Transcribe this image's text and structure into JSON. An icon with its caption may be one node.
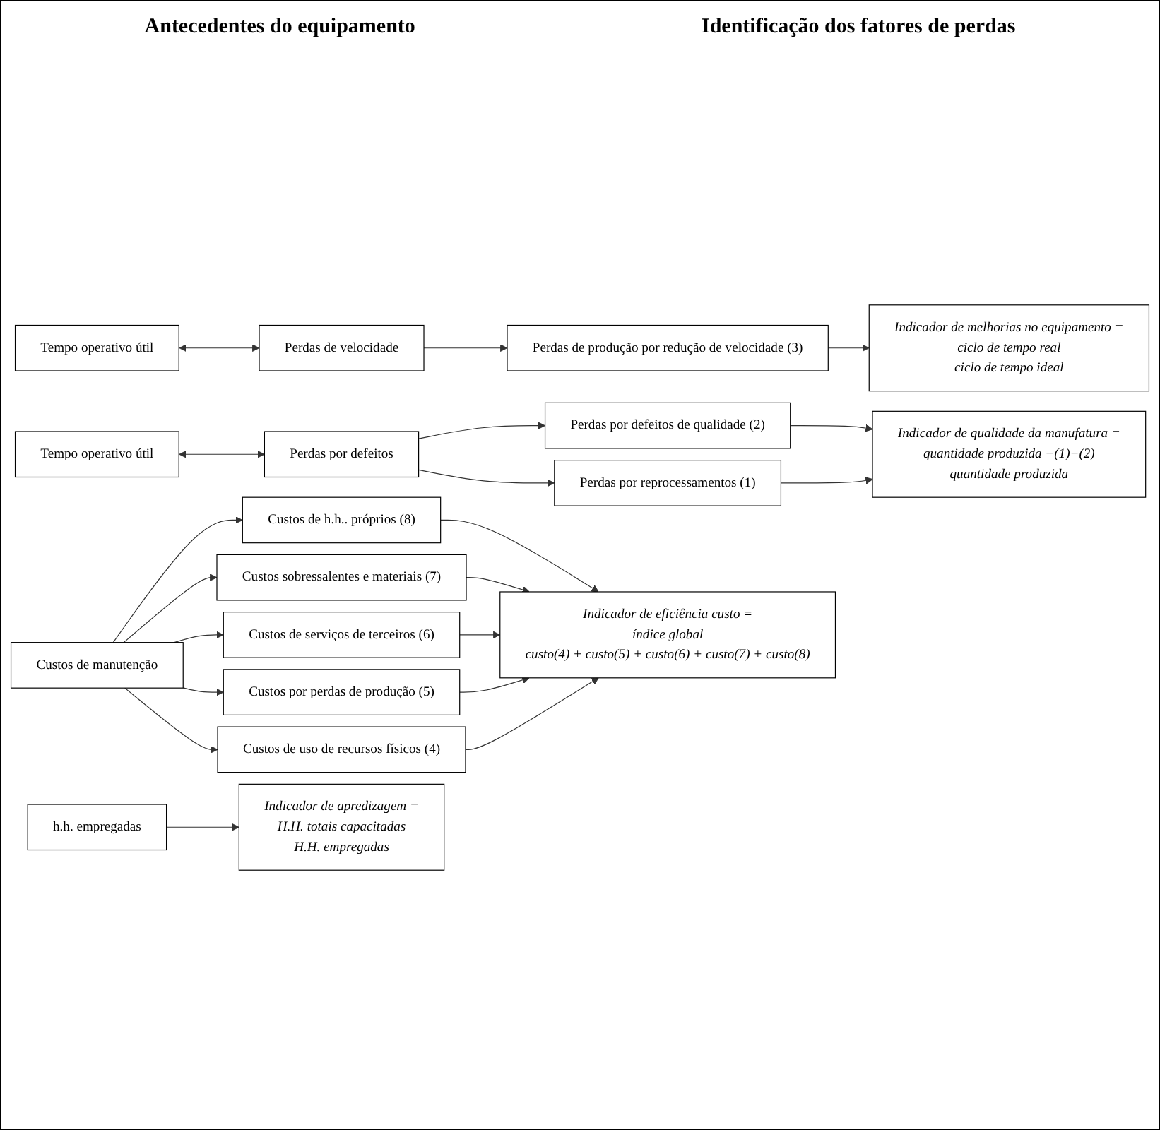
{
  "diagram": {
    "nodes": [
      {
        "text": [
          "h.h. empregadas"
        ]
      },
      {
        "text": [
          "Custos de manutenção"
        ]
      },
      {
        "text": [
          "Custos de h.h.. próprios (8)"
        ]
      },
      {
        "text": [
          "Custos sobressalentes e materiais (7)"
        ]
      },
      {
        "text": [
          "Custos de serviços de terceiros (6)"
        ]
      },
      {
        "text": [
          "Custos por perdas de produção (5)"
        ]
      },
      {
        "text": [
          "Custos de uso de recursos físicos (4)"
        ]
      },
      {
        "text": [
          "Tempo operativo útil"
        ]
      },
      {
        "text": [
          "Perdas de velocidade"
        ]
      },
      {
        "text": [
          "Perdas de produção por redução de velocidade (3)"
        ]
      },
      {
        "text": [
          "Tempo operativo útil"
        ]
      },
      {
        "text": [
          "Perdas por defeitos"
        ]
      },
      {
        "text": [
          "Perdas por defeitos de qualidade (2)"
        ]
      },
      {
        "text": [
          "Perdas por reprocessamentos (1)"
        ]
      },
      {
        "text": [
          "Indicador de qualidade da manufatura =",
          "quantidade produzida −(1)−(2)",
          "quantidade produzida"
        ]
      },
      {
        "text": [
          "Indicador de melhorias no equipamento =",
          "ciclo de tempo real",
          "ciclo de tempo ideal"
        ]
      },
      {
        "text": [
          "Indicador de eficiência custo =",
          "índice global",
          "custo(4) + custo(5) + custo(6) + custo(7) + custo(8)"
        ]
      },
      {
        "text": [
          "Indicador de apredizagem =",
          "H.H. totais capacitadas",
          "H.H. empregadas"
        ]
      }
    ],
    "edges": [
      {
        "from": 0,
        "to": 17,
        "arrow": "to"
      },
      {
        "from": 1,
        "to": 2,
        "arrow": "to"
      },
      {
        "from": 1,
        "to": 3,
        "arrow": "to"
      },
      {
        "from": 1,
        "to": 4,
        "arrow": "to"
      },
      {
        "from": 1,
        "to": 5,
        "arrow": "to"
      },
      {
        "from": 1,
        "to": 6,
        "arrow": "to"
      },
      {
        "from": 2,
        "to": 16,
        "arrow": "to"
      },
      {
        "from": 3,
        "to": 16,
        "arrow": "to"
      },
      {
        "from": 4,
        "to": 16,
        "arrow": "to"
      },
      {
        "from": 5,
        "to": 16,
        "arrow": "to"
      },
      {
        "from": 6,
        "to": 16,
        "arrow": "to"
      },
      {
        "from": 7,
        "to": 8,
        "arrow": "both"
      },
      {
        "from": 8,
        "to": 9,
        "arrow": "to"
      },
      {
        "from": 9,
        "to": 15,
        "arrow": "to"
      },
      {
        "from": 10,
        "to": 11,
        "arrow": "both"
      },
      {
        "from": 11,
        "to": 12,
        "arrow": "to"
      },
      {
        "from": 11,
        "to": 13,
        "arrow": "to"
      },
      {
        "from": 12,
        "to": 14,
        "arrow": "to"
      },
      {
        "from": 13,
        "to": 14,
        "arrow": "to"
      }
    ],
    "labels": [
      "Antecedentes do equipamento",
      "Identificação dos fatores de perdas"
    ]
  }
}
